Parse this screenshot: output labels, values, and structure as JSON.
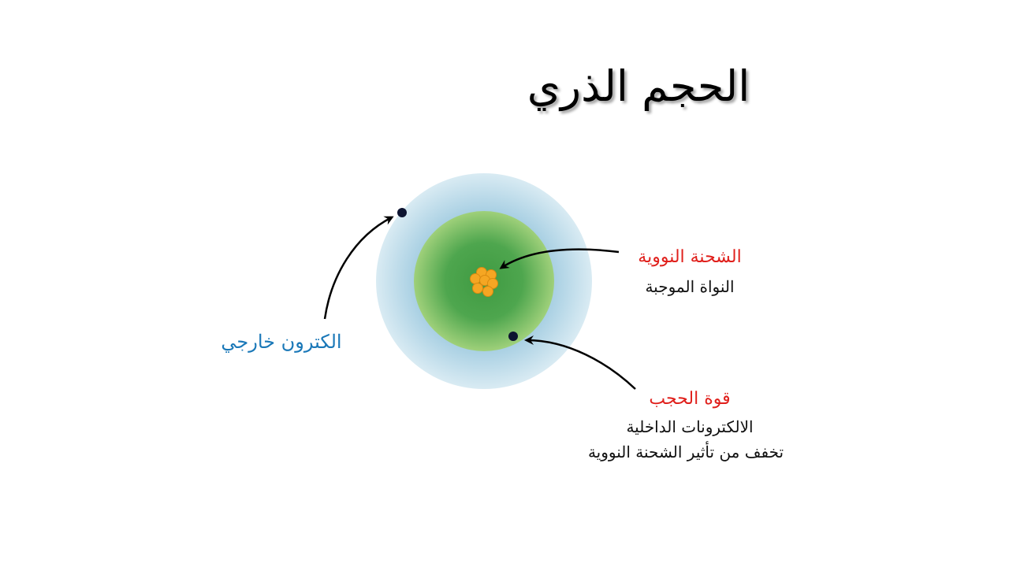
{
  "title": "الحجم الذري",
  "labels": {
    "outer_electron": "الكترون خارجي",
    "nuclear_charge": {
      "heading": "الشحنة النووية",
      "sub": "النواة الموجبة"
    },
    "shielding": {
      "heading": "قوة الحجب",
      "line1": "الالكترونات الداخلية",
      "line2": "تخفف من تأثير الشحنة النووية"
    }
  },
  "colors": {
    "outer_shell": "#d4e9f2",
    "inner_shell": "#4aa54a",
    "nucleus": "#f5a623",
    "electron": "#0d1430",
    "heading_red": "#e0201c",
    "label_blue": "#1a78b8"
  }
}
